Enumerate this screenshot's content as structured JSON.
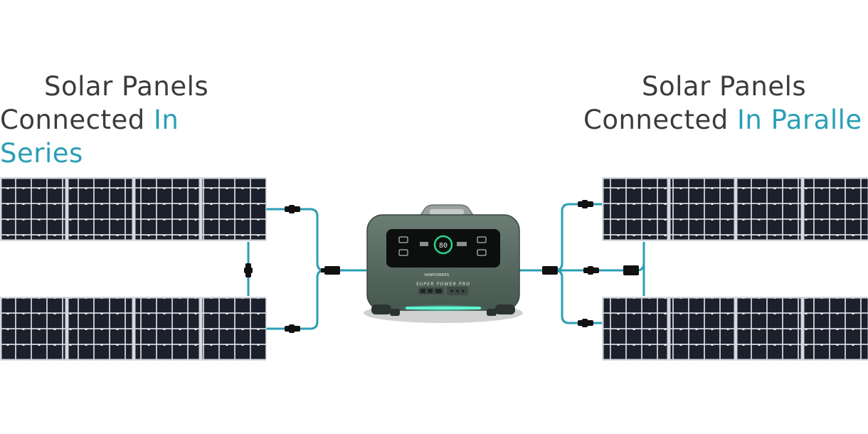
{
  "left_heading": {
    "line1": "Solar Panels",
    "line2_prefix": "Connected",
    "line2_accent": "In Series"
  },
  "right_heading": {
    "line1": "Solar Panels",
    "line2_prefix": "Connected",
    "line2_accent": "In  Paralle"
  },
  "power_station": {
    "brand": "VANPOWERS",
    "model": "SUPER POWER PRO",
    "display_value": "80"
  },
  "colors": {
    "accent": "#2a9fb5",
    "cable": "#2a9fb5",
    "panel_cell": "#1b1f2b",
    "station_body": "#55695f",
    "glow": "#3ff0c8"
  }
}
